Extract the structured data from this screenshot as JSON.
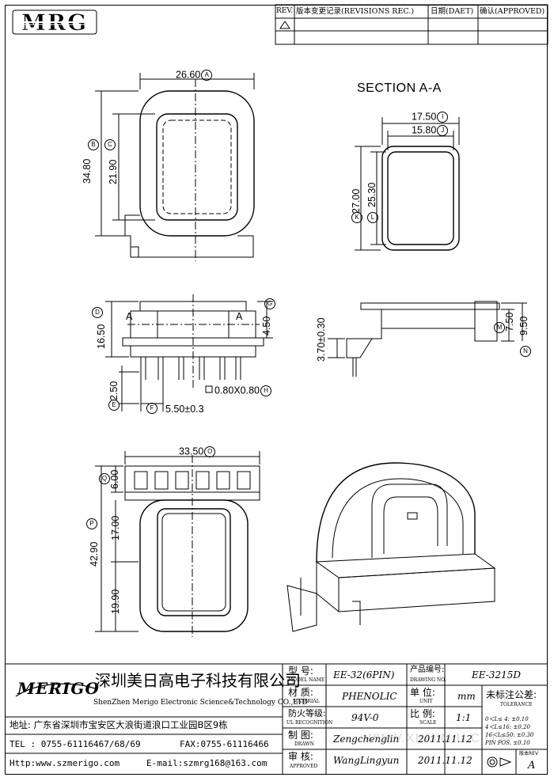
{
  "brand": {
    "logo_text": "MRG",
    "footer_logo": "MERIGO"
  },
  "revision_table": {
    "rev": "REV.",
    "revisions": "版本变更记录(REVISIONS REC.)",
    "date": "日期(DAET)",
    "approved": "确认(APPROVED)"
  },
  "section": {
    "title": "SECTION A-A"
  },
  "dimensions": {
    "A": {
      "value": "26.60",
      "tag": "A"
    },
    "B": {
      "value": "34.80",
      "tag": "B"
    },
    "C": {
      "value": "21.90",
      "tag": "C"
    },
    "D": {
      "value": "16.50",
      "tag": "D"
    },
    "E": {
      "value": "2.50",
      "tag": "E"
    },
    "F": {
      "value": "5.50±0.3",
      "tag": "F"
    },
    "G": {
      "value": "4.50",
      "tag": "G"
    },
    "H": {
      "value": "0.80X0.80",
      "tag": "H"
    },
    "I": {
      "value": "17.50",
      "tag": "I"
    },
    "J": {
      "value": "15.80",
      "tag": "J"
    },
    "K": {
      "value": "27.00",
      "tag": "K"
    },
    "L": {
      "value": "25.30",
      "tag": "L"
    },
    "M": {
      "value": "7.50",
      "tag": "M"
    },
    "N": {
      "value": "9.50",
      "tag": "N"
    },
    "O": {
      "value": "33.50",
      "tag": "O"
    },
    "P": {
      "value": "42.90",
      "tag": "P"
    },
    "Q": {
      "value": "6.00",
      "tag": "Q"
    },
    "side": {
      "value": "3.70±0.30"
    },
    "mid1": {
      "value": "17.00"
    },
    "mid2": {
      "value": "19.90"
    },
    "section_mark": "A"
  },
  "title_block": {
    "company_cn": "深圳美日高电子科技有限公司",
    "company_en": "ShenZhen Merigo Electronic Science&Technology CO.,LTD",
    "address": "地址: 广东省深圳市宝安区大浪街道浪口工业园B区9栋",
    "tel": "TEL : 0755-61116467/68/69",
    "fax": "FAX:0755-61116466",
    "http": "Http:www.szmerigo.com",
    "email": "E-mail:szmrg168@163.com",
    "model_label": "型 号:",
    "model_label_en": "MODEL NAME",
    "model_value": "EE-32(6PIN)",
    "drawing_label": "产品编号:",
    "drawing_label_en": "DRAWING NO.",
    "drawing_value": "EE-3215D",
    "material_label": "材 质:",
    "material_label_en": "MATERIAL",
    "material_value": "PHENOLIC",
    "unit_label": "单 位:",
    "unit_label_en": "UNIT",
    "unit_value": "mm",
    "tolerance_label": "未标注公差:",
    "tolerance_label_en": "TOLERANCE",
    "flame_label": "防火等级:",
    "flame_label_en": "UL RECOGNITION",
    "flame_value": "94V-0",
    "scale_label": "比 例:",
    "scale_label_en": "SCALE",
    "scale_value": "1:1",
    "tol1": "0＜L≤ 4:   ±0.10",
    "tol2": "4＜L≤16:   ±0.20",
    "tol3": "16＜L≤50:  ±0.30",
    "tol4": "PIN POS.    ±0.10",
    "drawn_label": "制 图:",
    "drawn_label_en": "DRAWN",
    "drawn_value": "Zengchenglin",
    "drawn_date": "2011.11.12",
    "approved_label": "审 核:",
    "approved_label_en": "APPROVED",
    "approved_value": "WangLingyun",
    "approved_date": "2011.11.12",
    "version_label": "版本REV",
    "version_value": "A"
  },
  "watermark": "WWW.XIUJIM.U.C.O.M"
}
